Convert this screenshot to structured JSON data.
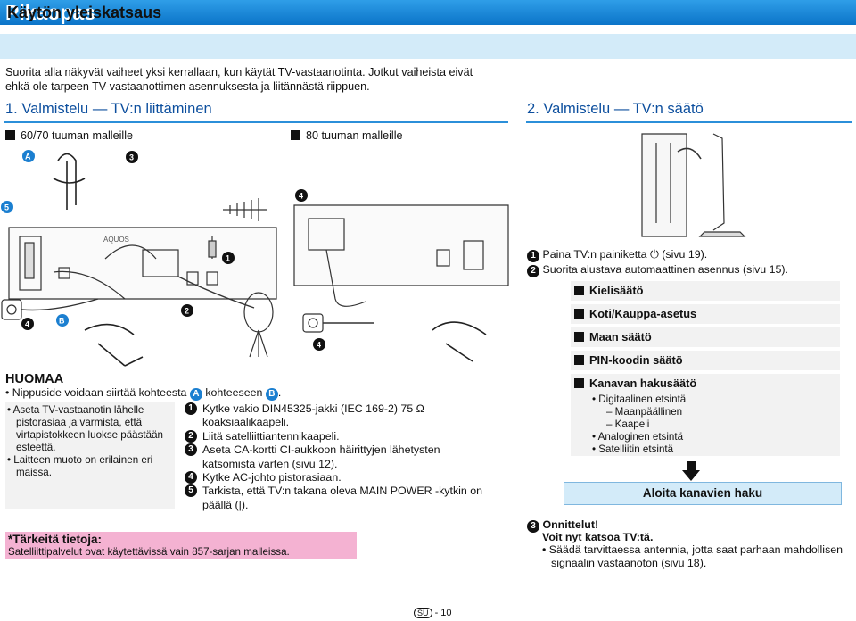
{
  "header": {
    "title": "Pikaopas"
  },
  "section": {
    "title": "Käytön yleiskatsaus"
  },
  "intro": {
    "line1": "Suorita alla näkyvät vaiheet yksi kerrallaan, kun käytät TV-vastaanotinta. Jotkut vaiheista eivät",
    "line2": "ehkä ole tarpeen TV-vastaanottimen asennuksesta ja liitännästä riippuen."
  },
  "step1": {
    "title": "1. Valmistelu — TV:n liittäminen",
    "model_a": "60/70 tuuman malleille",
    "model_b": "80 tuuman malleille"
  },
  "step2": {
    "title": "2. Valmistelu — TV:n säätö",
    "item1": "Paina TV:n painiketta",
    "item1b": "(sivu 19).",
    "item2": "Suorita alustava automaattinen asennus (sivu 15)."
  },
  "menu": [
    "Kielisäätö",
    "Koti/Kauppa-asetus",
    "Maan säätö",
    "PIN-koodin säätö",
    "Kanavan hakusäätö"
  ],
  "search_list": {
    "digital": "Digitaalinen etsintä",
    "terrestrial": "Maanpäällinen",
    "cable": "Kaapeli",
    "analog": "Analoginen etsintä",
    "satellite": "Satelliitin etsintä"
  },
  "start_button": "Aloita kanavien haku",
  "step3": {
    "title": "Onnittelut!",
    "subtitle": "Voit nyt katsoa TV:tä.",
    "tip1": "Säädä tarvittaessa antennia, jotta saat parhaan mahdollisen",
    "tip2": "signaalin vastaanoton (sivu 18)."
  },
  "huomaa": {
    "title": "HUOMAA",
    "line": "Nippuside voidaan siirtää kohteesta",
    "line_b": "kohteeseen",
    "line_end": "."
  },
  "notes_left": [
    "Aseta TV-vastaanotin lähelle pistorasiaa ja varmista, että virtapistokkeen luokse päästään esteettä.",
    "Laitteen muoto on erilainen eri maissa."
  ],
  "steps_center": [
    {
      "num": "1",
      "text1": "Kytke vakio DIN45325-jakki (IEC 169-2) 75 Ω",
      "text2": "koaksiaalikaapeli."
    },
    {
      "num": "2",
      "text1": "Liitä satelliittiantennikaapeli.",
      "text2": ""
    },
    {
      "num": "3",
      "text1": "Aseta CA-kortti CI-aukkoon häirittyjen lähetysten",
      "text2": "katsomista varten (sivu 12)."
    },
    {
      "num": "4",
      "text1": "Kytke AC-johto pistorasiaan.",
      "text2": ""
    },
    {
      "num": "5",
      "text1": "Tarkista, että TV:n takana oleva MAIN POWER -kytkin on",
      "text2": "päällä (|)."
    }
  ],
  "important": {
    "title": "*Tärkeitä tietoja:",
    "text": "Satelliittipalvelut ovat käytettävissä vain 857-sarjan malleissa."
  },
  "diagram": {
    "label_a": "A",
    "label_b": "B",
    "tv_brand": "AQUOS"
  },
  "page": {
    "code": "SU",
    "number": "- 10"
  },
  "colors": {
    "banner": "#0b74c8",
    "section_bg": "#d3ebf9",
    "accent": "#1b7fd0",
    "note_bg": "#f4b2d2",
    "step_title": "#0d4f9e"
  }
}
